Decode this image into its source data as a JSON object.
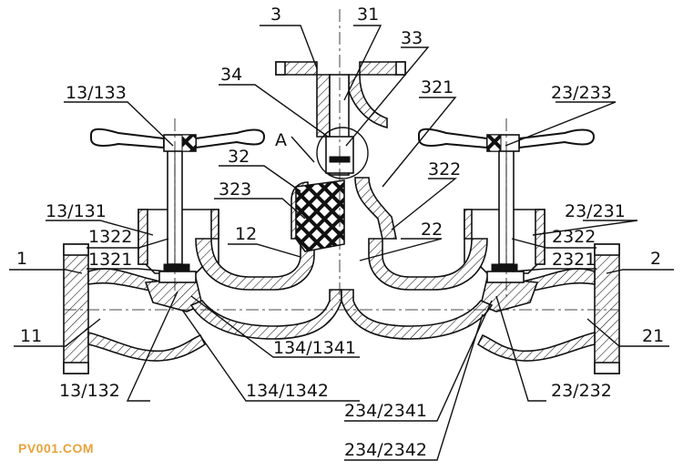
{
  "labels": {
    "l3": "3",
    "l31": "31",
    "l33": "33",
    "l34": "34",
    "lA": "A",
    "l321": "321",
    "l13_133": "13/133",
    "l23_233": "23/233",
    "l32": "32",
    "l322": "322",
    "l323": "323",
    "l13_131": "13/131",
    "l23_231": "23/231",
    "l12": "12",
    "l22": "22",
    "l1322": "1322",
    "l2322": "2322",
    "l1": "1",
    "l2": "2",
    "l1321": "1321",
    "l2321": "2321",
    "l11": "11",
    "l21": "21",
    "l134_1341": "134/1341",
    "l134_1342": "134/1342",
    "l13_132": "13/132",
    "l23_232": "23/232",
    "l234_2341": "234/2341",
    "l234_2342": "234/2342"
  },
  "watermark": "PV001.COM",
  "colors": {
    "line": "#111111",
    "watermark": "#e8a33c",
    "background": "#ffffff"
  }
}
